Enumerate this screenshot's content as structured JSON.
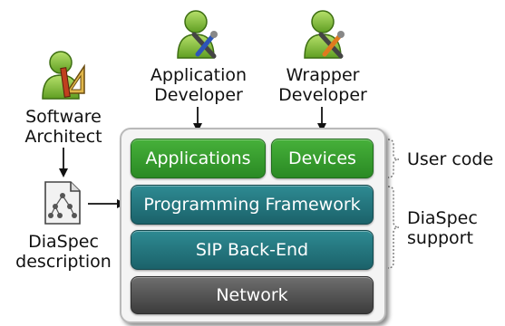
{
  "roles": {
    "architect": [
      "Software",
      "Architect"
    ],
    "app_dev": [
      "Application",
      "Developer"
    ],
    "wrap_dev": [
      "Wrapper",
      "Developer"
    ]
  },
  "document": [
    "DiaSpec",
    "description"
  ],
  "layers": {
    "applications": "Applications",
    "devices": "Devices",
    "framework": "Programming Framework",
    "backend": "SIP Back-End",
    "network": "Network"
  },
  "groups": {
    "user_code": "User code",
    "support": [
      "DiaSpec",
      "support"
    ]
  },
  "colors": {
    "green": "#3a9e30",
    "teal": "#22727a",
    "dark": "#4e4e4e",
    "person": "#8cc63e"
  },
  "icons": {
    "architect": "person-with-drafting-tools-icon",
    "developers": "person-with-wrench-screwdriver-icon",
    "document": "document-tree-icon"
  }
}
